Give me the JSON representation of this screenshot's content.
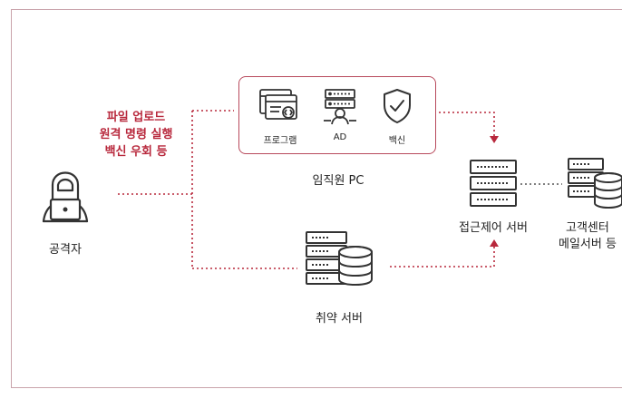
{
  "attacker": {
    "label": "공격자",
    "icon": "hacker-laptop-icon"
  },
  "attack_methods": [
    "파일 업로드",
    "원격 명령 실행",
    "백신 우회 등"
  ],
  "employee_pc": {
    "label": "임직원 PC",
    "items": [
      {
        "label": "프로그램",
        "icon": "program-window-icon"
      },
      {
        "label": "AD",
        "icon": "ad-server-user-icon"
      },
      {
        "label": "백신",
        "icon": "shield-check-icon"
      }
    ]
  },
  "vulnerable_server": {
    "label": "취약 서버",
    "icon": "server-database-icon"
  },
  "access_control_server": {
    "label": "접근제어 서버",
    "icon": "server-rack-icon"
  },
  "customer_servers": {
    "label_line1": "고객센터",
    "label_line2": "메일서버 등",
    "icon": "server-database-icon"
  },
  "colors": {
    "accent": "#b8283c",
    "frame": "#c9a3ab",
    "icon": "#333333"
  }
}
